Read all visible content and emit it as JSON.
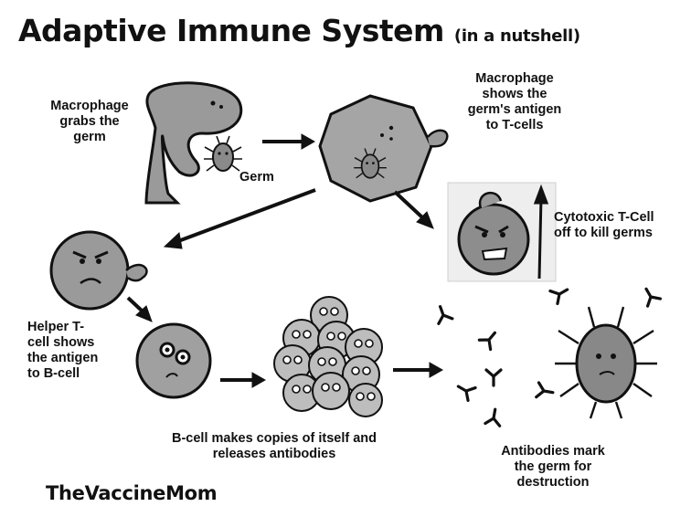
{
  "title": "Adaptive Immune System",
  "subtitle": "(in a nutshell)",
  "labels": {
    "macrophage_grabs": "Macrophage\ngrabs the\ngerm",
    "germ": "Germ",
    "macrophage_shows": "Macrophage\nshows the\ngerm's antigen\nto T-cells",
    "cytotoxic": "Cytotoxic T-Cell\noff to kill germs",
    "helper": "Helper T-\ncell shows\nthe antigen\nto B-cell",
    "bcell_copies": "B-cell makes copies of itself and\nreleases antibodies",
    "antibodies_mark": "Antibodies mark\nthe germ for\ndestruction"
  },
  "brand": "TheVaccineMom",
  "icons": [
    "macrophage-icon",
    "germ-icon",
    "macrophage-antigen-icon",
    "cytotoxic-t-cell-icon",
    "helper-t-cell-icon",
    "b-cell-icon",
    "b-cell-clones-icon",
    "antibody-icon",
    "marked-germ-icon",
    "arrow-icon"
  ]
}
